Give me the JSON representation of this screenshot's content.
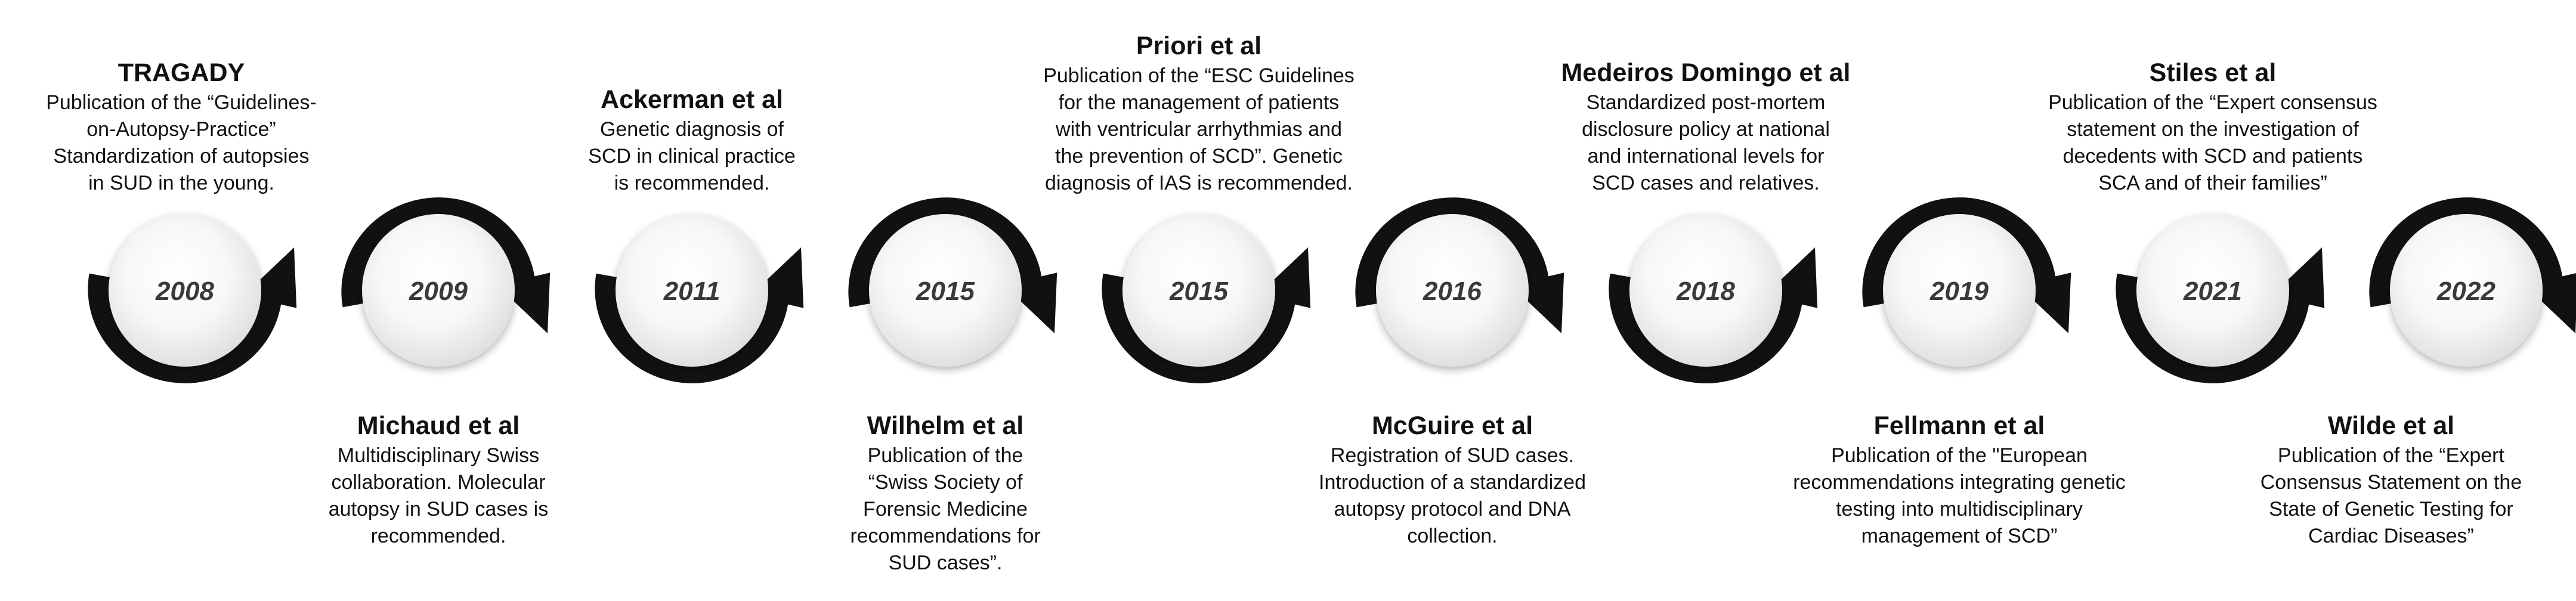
{
  "timeline": [
    {
      "year": "2008",
      "author": "TRAGADY",
      "lines": [
        "Publication of the “Guidelines-",
        "on-Autopsy-Practice”",
        "Standardization of autopsies",
        "in SUD in the young."
      ]
    },
    {
      "year": "2009",
      "author": "Michaud et al",
      "lines": [
        "Multidisciplinary Swiss",
        "collaboration. Molecular",
        "autopsy in SUD cases is",
        "recommended."
      ]
    },
    {
      "year": "2011",
      "author": "Ackerman et al",
      "lines": [
        "Genetic diagnosis of",
        "SCD in clinical practice",
        "is recommended."
      ]
    },
    {
      "year": "2015",
      "author": "Wilhelm et al",
      "lines": [
        "Publication of the",
        "“Swiss Society of",
        "Forensic Medicine",
        "recommendations for",
        "SUD cases”."
      ]
    },
    {
      "year": "2015",
      "author": "Priori et al",
      "lines": [
        "Publication of the “ESC Guidelines",
        "for the management of patients",
        "with ventricular arrhythmias and",
        "the prevention of SCD”. Genetic",
        "diagnosis of IAS is recommended."
      ]
    },
    {
      "year": "2016",
      "author": "McGuire et al",
      "lines": [
        "Registration of SUD cases.",
        "Introduction of a standardized",
        "autopsy protocol and DNA",
        "collection."
      ]
    },
    {
      "year": "2018",
      "author": "Medeiros Domingo et al",
      "lines": [
        "Standardized post-mortem",
        "disclosure policy at national",
        "and international levels for",
        "SCD cases and relatives."
      ]
    },
    {
      "year": "2019",
      "author": "Fellmann et al",
      "lines": [
        "Publication of  the \"European",
        "recommendations integrating genetic",
        "testing into multidisciplinary",
        "management of SCD”"
      ]
    },
    {
      "year": "2021",
      "author": "Stiles  et al",
      "lines": [
        "Publication of the “Expert consensus",
        "statement on the investigation of",
        "decedents with SCD and patients",
        "SCA and of their families”"
      ]
    },
    {
      "year": "2022",
      "author": "Wilde et al",
      "lines": [
        "Publication of the “Expert",
        "Consensus Statement on the",
        "State of Genetic Testing for",
        "Cardiac Diseases”"
      ]
    }
  ]
}
